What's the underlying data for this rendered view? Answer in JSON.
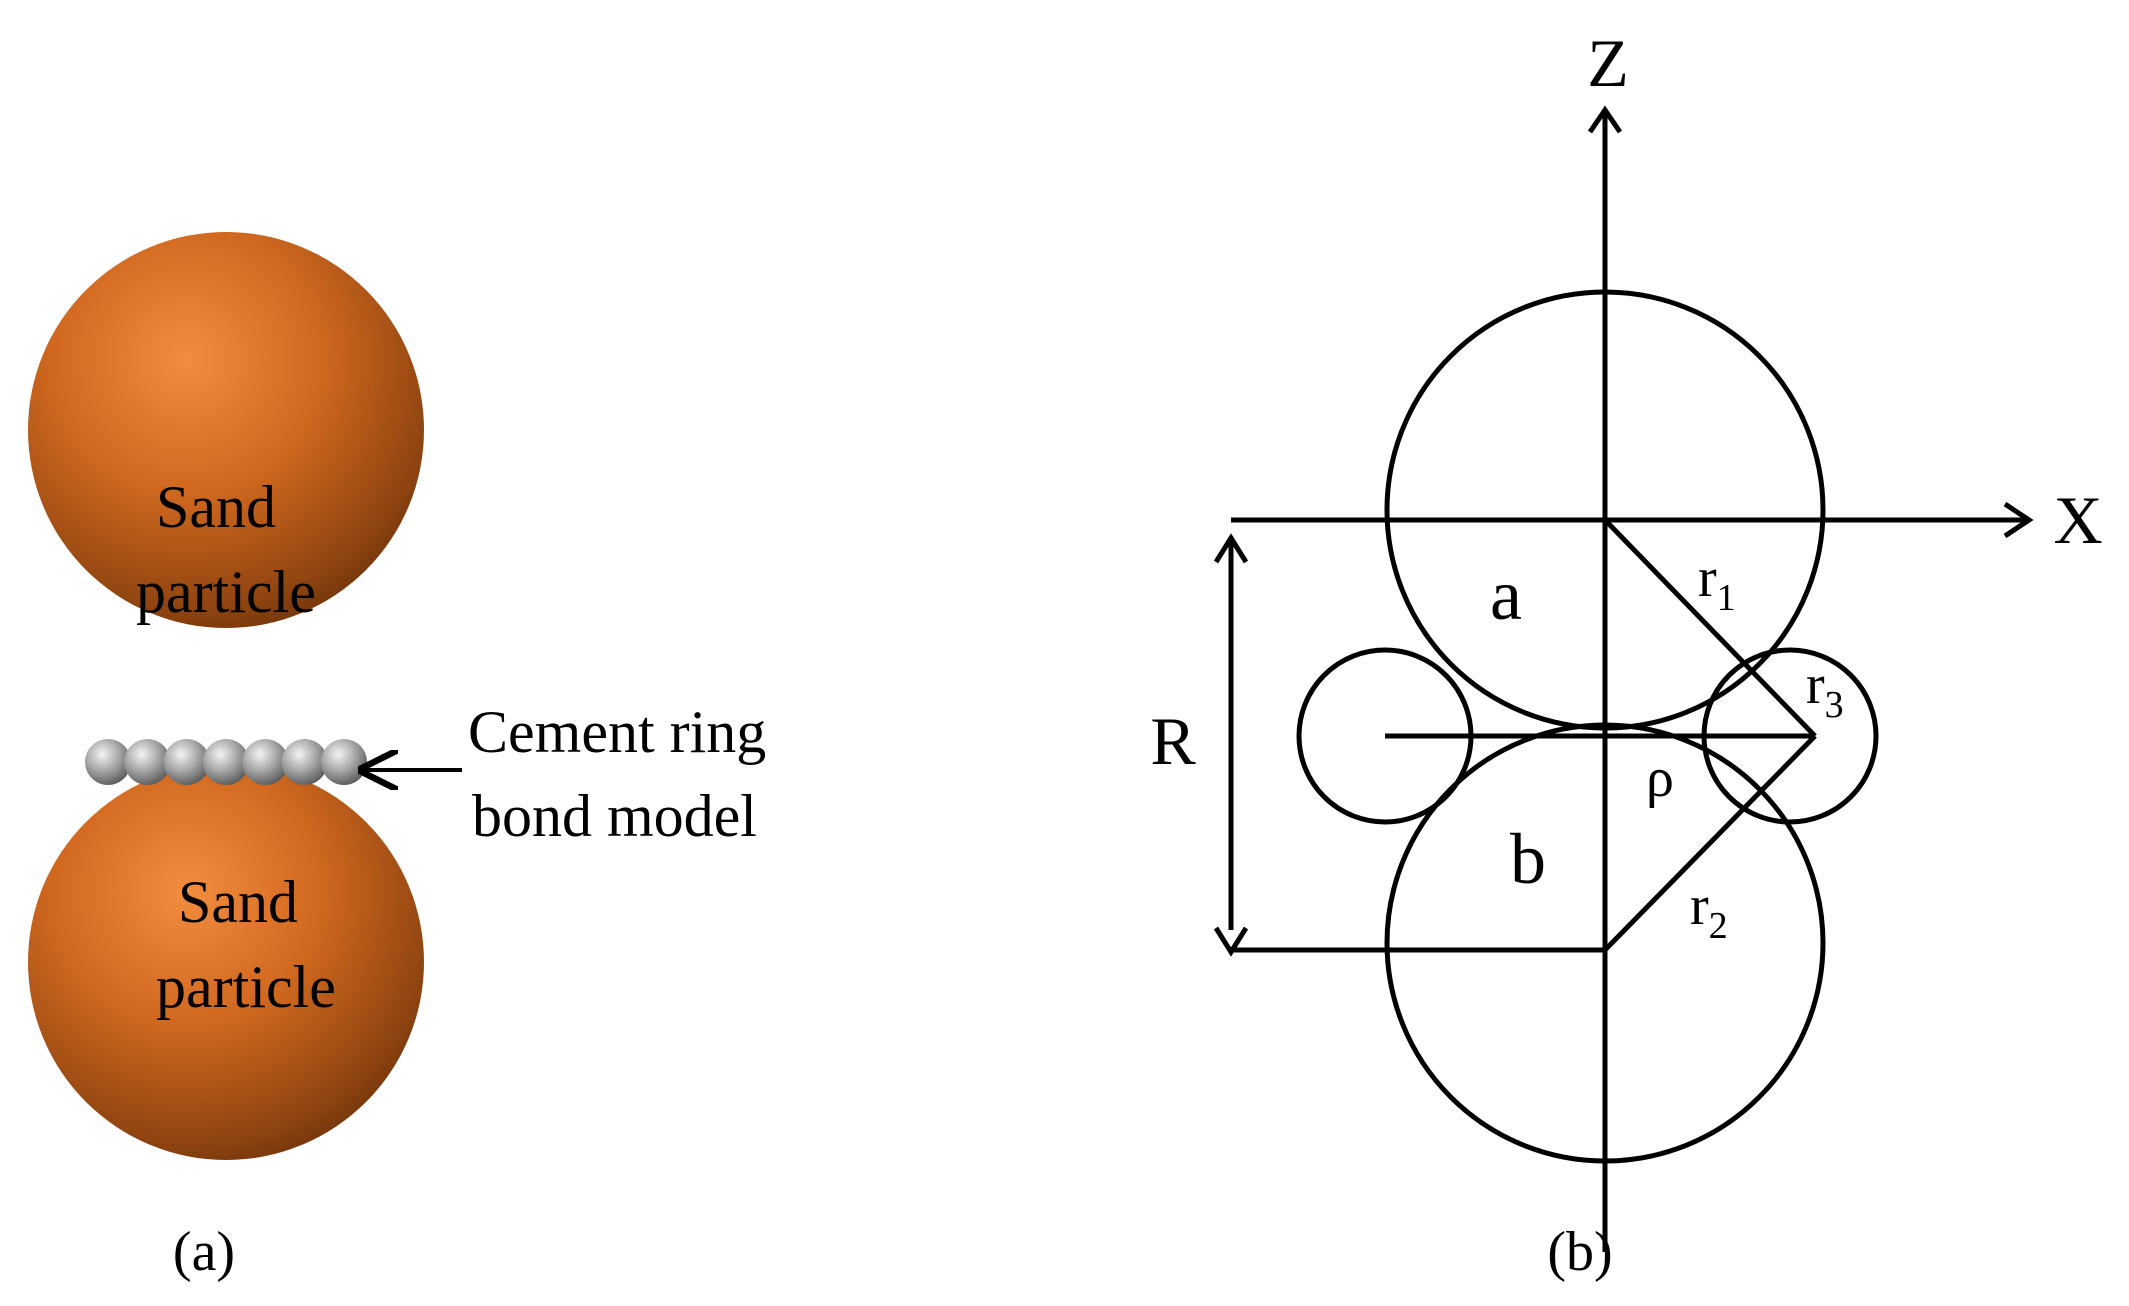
{
  "panel_a": {
    "top_particle_label": [
      "Sand",
      "particle"
    ],
    "bottom_particle_label": [
      "Sand",
      "particle"
    ],
    "bond_label": [
      "Cement ring",
      "bond model"
    ],
    "caption": "(a)",
    "colors": {
      "sand_particle": "#c0611a",
      "cement_bead": "#9a9a9a",
      "line": "#000000"
    },
    "bead_count": 7
  },
  "panel_b": {
    "axis_z": "Z",
    "axis_x": "X",
    "label_R": "R",
    "label_a": "a",
    "label_b": "b",
    "label_rho": "ρ",
    "r1": {
      "base": "r",
      "sub": "1"
    },
    "r2": {
      "base": "r",
      "sub": "2"
    },
    "r3": {
      "base": "r",
      "sub": "3"
    },
    "caption": "(b)"
  }
}
